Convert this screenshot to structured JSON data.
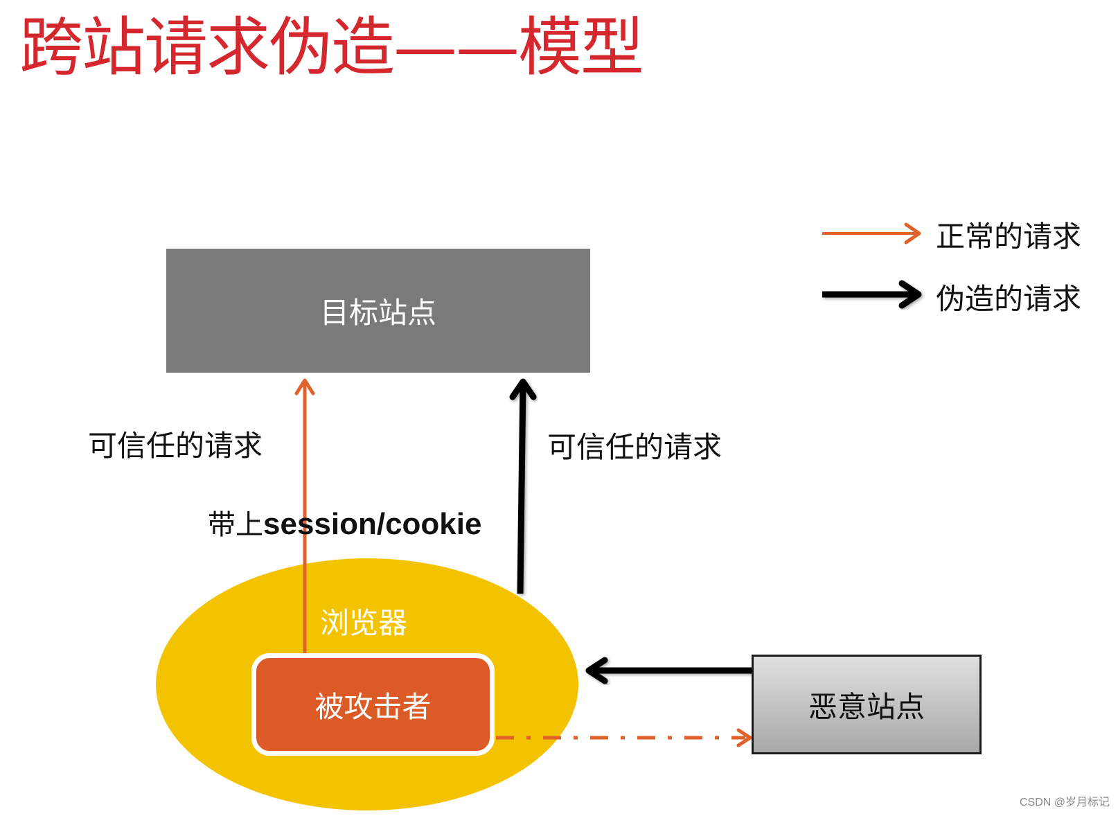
{
  "title": "跨站请求伪造——模型",
  "legend": {
    "items": [
      {
        "label": "正常的请求",
        "color": "#e0612a",
        "style": "thin-arrow"
      },
      {
        "label": "伪造的请求",
        "color": "#000000",
        "style": "thick-arrow"
      }
    ]
  },
  "nodes": {
    "target_site": "目标站点",
    "browser": "浏览器",
    "victim": "被攻击者",
    "malicious_site": "恶意站点"
  },
  "edge_labels": {
    "left_trusted": "可信任的请求",
    "right_trusted": "可信任的请求",
    "session_prefix": "带上",
    "session_text": "session/cookie"
  },
  "colors": {
    "title": "#d4282e",
    "normal_request": "#e0612a",
    "forged_request": "#000000",
    "browser_fill": "#f4c300",
    "victim_fill": "#dc5a25",
    "target_fill": "#7a7a7a"
  },
  "watermark": "CSDN @岁月标记"
}
